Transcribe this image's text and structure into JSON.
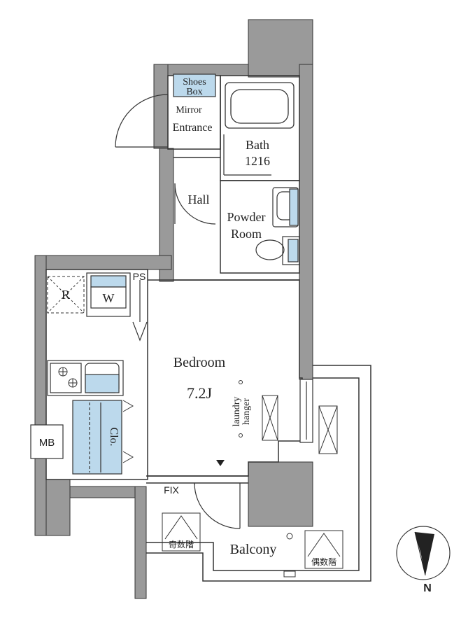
{
  "floorplan": {
    "rooms": {
      "shoes_box_line1": "Shoes",
      "shoes_box_line2": "Box",
      "mirror": "Mirror",
      "entrance": "Entrance",
      "bath_line1": "Bath",
      "bath_line2": "1216",
      "hall": "Hall",
      "powder_line1": "Powder",
      "powder_line2": "Room",
      "ps": "PS",
      "refrigerator": "R",
      "washer": "W",
      "bedroom": "Bedroom",
      "bedroom_size": "7.2J",
      "laundry_line1": "laundry",
      "laundry_line2": "hanger",
      "closet": "Clo.",
      "mb": "MB",
      "fix": "FIX",
      "balcony": "Balcony",
      "odd_floor": "奇数階",
      "even_floor": "偶数階"
    },
    "compass": {
      "north_label": "N"
    },
    "colors": {
      "wall": "#9a9a9a",
      "line": "#333333",
      "fixture_blue": "#bcd9ec",
      "background": "#ffffff"
    }
  }
}
